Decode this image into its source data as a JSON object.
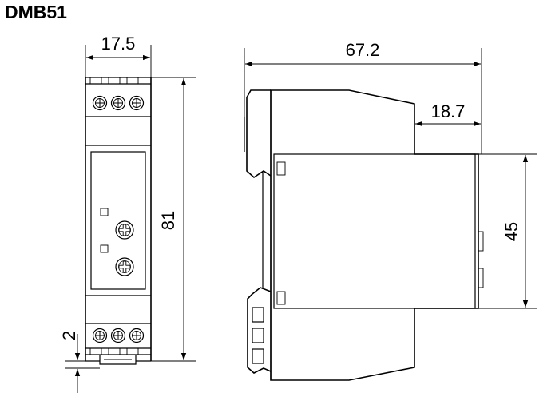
{
  "title": "DMB51",
  "dimensions": {
    "front_width": "17.5",
    "front_height": "81",
    "bottom_offset": "2",
    "side_depth": "67.2",
    "side_step": "18.7",
    "side_height": "45"
  }
}
